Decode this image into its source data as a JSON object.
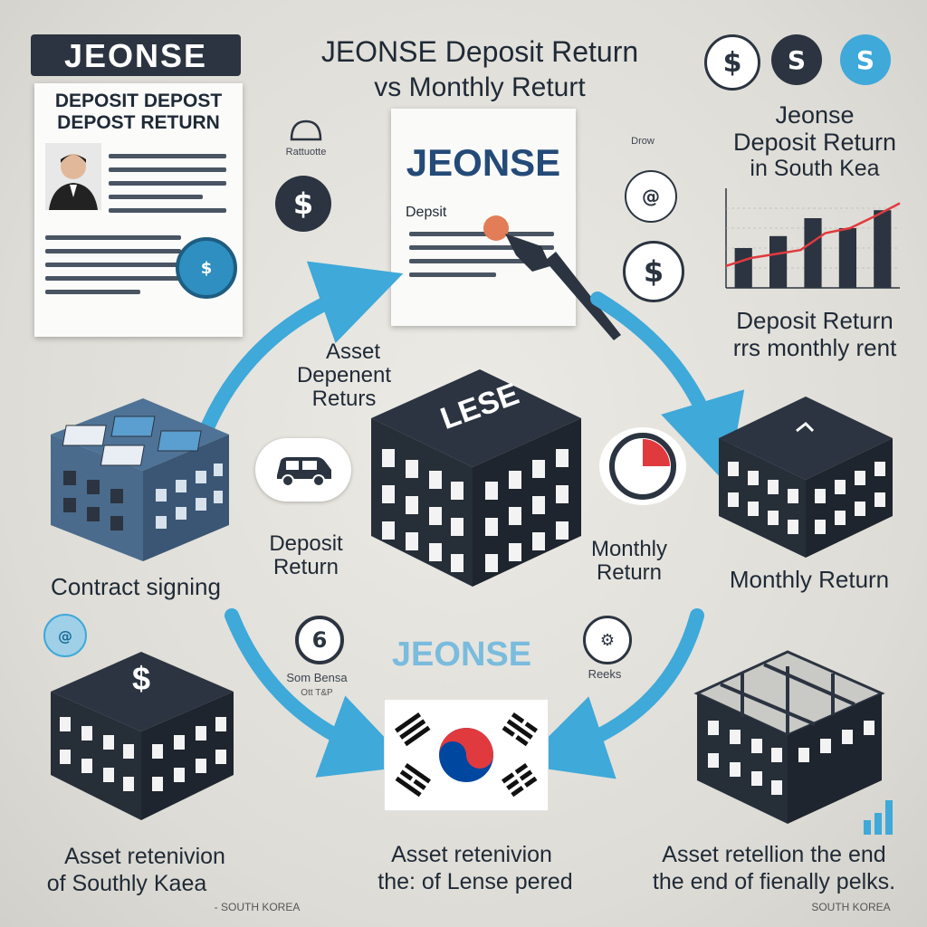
{
  "header": {
    "badge": "JEONSE",
    "title_line1": "JEONSE Deposit Return",
    "title_line2": "vs Monthly Returt"
  },
  "doc_left": {
    "heading_line1": "DEPOSIT DEPOST",
    "heading_line2": "DEPOST RETURN"
  },
  "doc_center": {
    "title": "JEONSE",
    "subtext": "Depsit"
  },
  "top_right": {
    "heading_line1": "Jeonse",
    "heading_line2": "Deposit Return",
    "heading_line3": "in South Kea",
    "caption_line1": "Deposit Return",
    "caption_line2": "rrs monthly rent"
  },
  "chart_data": {
    "type": "bar",
    "categories": [
      "",
      "",
      "",
      "",
      ""
    ],
    "values": [
      40,
      52,
      70,
      60,
      78
    ],
    "ylim": [
      0,
      100
    ],
    "line": [
      22,
      30,
      34,
      38,
      55,
      60,
      72,
      85
    ]
  },
  "labels": {
    "asset_dependent": [
      "Asset",
      "Depenent",
      "Returs"
    ],
    "contract_signing": "Contract signing",
    "deposit_return": [
      "Deposit",
      "Return"
    ],
    "monthly_return_center": [
      "Monthly",
      "Return"
    ],
    "monthly_return_right": "Monthly Return",
    "lense_building": "LESE",
    "jeonse_center": "JEONSE",
    "small_left": "Rattuotte",
    "small_right": "Drow",
    "south_korea_small": "Som Bensa",
    "south_korea_small2": "Ott T&P",
    "peaks_small": "Reeks",
    "bottom_left": [
      "Asset retenivion",
      "of Southly Kaea"
    ],
    "bottom_center": [
      "Asset retenivion",
      "the: of Lense pered"
    ],
    "bottom_right": [
      "Asset retellion the end",
      "the end of fienally pelks."
    ],
    "footer_left": "- SOUTH KOREA",
    "footer_right": "SOUTH KOREA"
  },
  "icons": {
    "dollar": "$",
    "s_mark": "S",
    "six": "6",
    "dollar_bill": "$"
  },
  "colors": {
    "navy": "#2b3440",
    "accent_blue": "#3fa9d9",
    "red": "#e03a3e",
    "flag_blue": "#0047a0"
  }
}
